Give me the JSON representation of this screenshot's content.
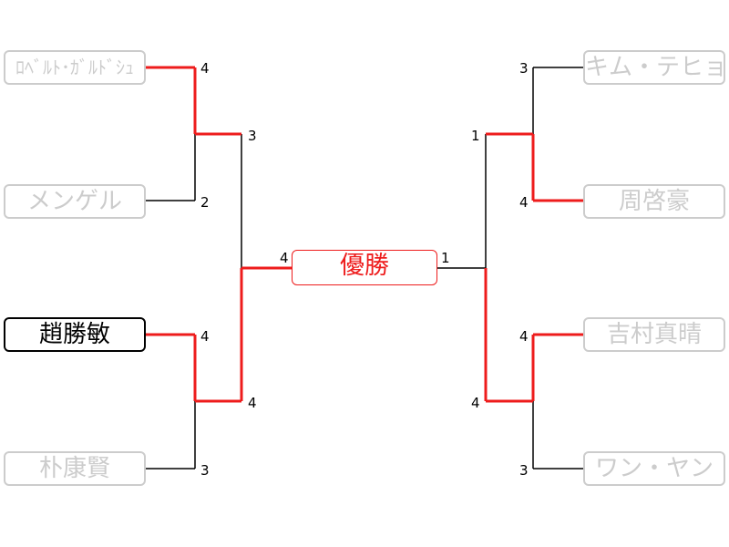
{
  "title": "優勝",
  "players": [
    {
      "name": "ﾛﾍﾞﾙﾄ･ｶﾞﾙﾄﾞｼｭ",
      "active": false
    },
    {
      "name": "メンゲル",
      "active": false
    },
    {
      "name": "趙勝敏",
      "active": true
    },
    {
      "name": "朴康賢",
      "active": false
    },
    {
      "name": "キム・テヒョン",
      "active": false
    },
    {
      "name": "周啓豪",
      "active": false
    },
    {
      "name": "吉村真晴",
      "active": false
    },
    {
      "name": "ワン・ヤン",
      "active": false
    }
  ],
  "scores": {
    "left_r1_m1": [
      "4",
      "2"
    ],
    "left_r1_m2": [
      "4",
      "3"
    ],
    "left_r2": [
      "3",
      "4"
    ],
    "final_left": "4",
    "final_right": "1",
    "right_r1_m1": [
      "3",
      "4"
    ],
    "right_r1_m2": [
      "4",
      "3"
    ],
    "right_r2": [
      "1",
      "4"
    ]
  },
  "colors": {
    "winner_line": "#ee1c1c",
    "loser_line": "#000000",
    "inactive_border": "#cccccc"
  }
}
